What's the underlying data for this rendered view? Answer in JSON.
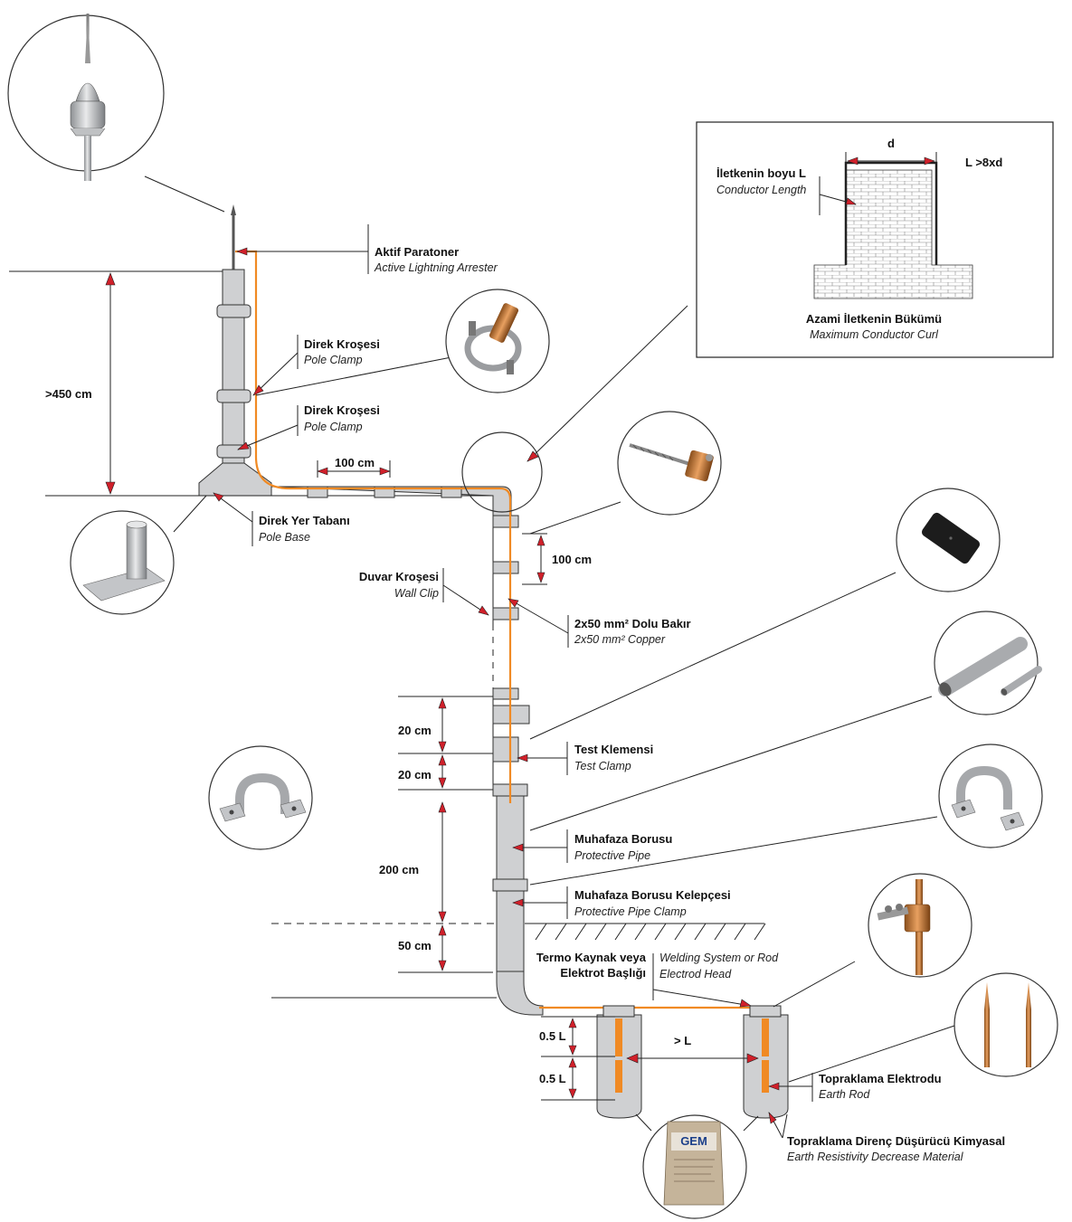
{
  "labels": {
    "aktif_tr": "Aktif Paratoner",
    "aktif_en": "Active Lightning Arrester",
    "direk1_tr": "Direk Kroşesi",
    "direk1_en": "Pole Clamp",
    "direk2_tr": "Direk Kroşesi",
    "direk2_en": "Pole Clamp",
    "yer_tr": "Direk Yer Tabanı",
    "yer_en": "Pole Base",
    "duvar_tr": "Duvar Kroşesi",
    "duvar_en": "Wall Clip",
    "bakir_tr": "2x50 mm² Dolu Bakır",
    "bakir_en": "2x50 mm² Copper",
    "test_tr": "Test Klemensi",
    "test_en": "Test Clamp",
    "muh_tr": "Muhafaza Borusu",
    "muh_en": "Protective Pipe",
    "kel_tr": "Muhafaza Borusu Kelepçesi",
    "kel_en": "Protective Pipe Clamp",
    "termo_tr1": "Termo Kaynak veya",
    "termo_tr2": "Elektrot Başlığı",
    "weld_en1": "Welding System or Rod",
    "weld_en2": "Electrod Head",
    "topr_tr": "Topraklama Elektrodu",
    "topr_en": "Earth Rod",
    "kim_tr": "Topraklama Direnç Düşürücü Kimyasal",
    "kim_en": "Earth Resistivity Decrease Material",
    "inset_d": "d",
    "inset_rule": "L >8xd",
    "inset_len_tr": "İletkenin boyu L",
    "inset_len_en": "Conductor Length",
    "inset_title_tr": "Azami İletkenin Bükümü",
    "inset_title_en": "Maximum Conductor Curl",
    "bag_logo": "GEM"
  },
  "dimensions": {
    "mast_height": ">450 cm",
    "roof_spacing": "100 cm",
    "wall_spacing": "100 cm",
    "test_gap1": "20 cm",
    "test_gap2": "20 cm",
    "pipe_len": "200 cm",
    "below_ground": "50 cm",
    "rod_half1": "0.5 L",
    "rod_half2": "0.5 L",
    "rod_gap": "> L"
  },
  "colors": {
    "copper": "#f08a24",
    "arrow": "#d0202a",
    "steel": "#cfd0d2"
  }
}
